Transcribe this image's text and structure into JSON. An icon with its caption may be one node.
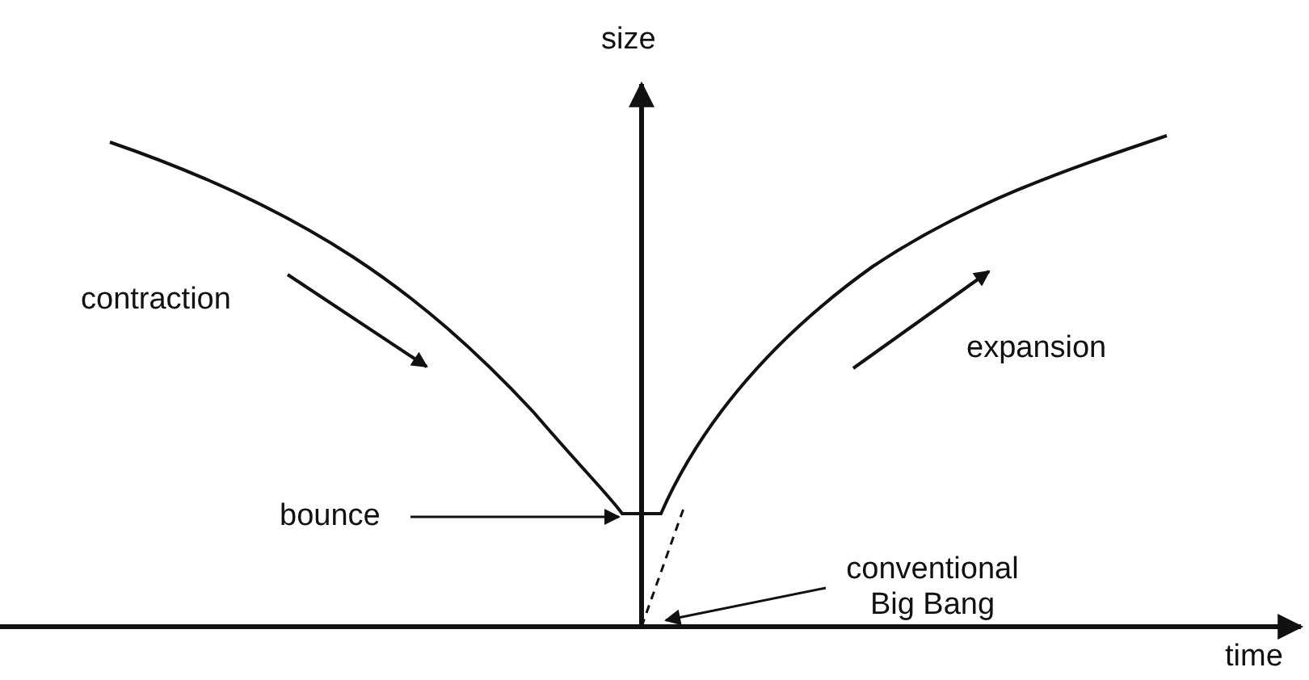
{
  "diagram": {
    "nodes": [
      {
        "text": [
          "bounce"
        ]
      },
      {
        "text": [
          "conventional Big Bang"
        ]
      },
      {
        "text": [],
        "shape": "curve"
      },
      {
        "text": [],
        "shape": "line"
      }
    ],
    "edges": [
      {
        "from": 0,
        "to": 2,
        "arrow": "to"
      },
      {
        "from": 1,
        "to": 3,
        "arrow": "to"
      }
    ],
    "labels": [
      "size",
      "contraction",
      "expansion",
      "time"
    ]
  }
}
